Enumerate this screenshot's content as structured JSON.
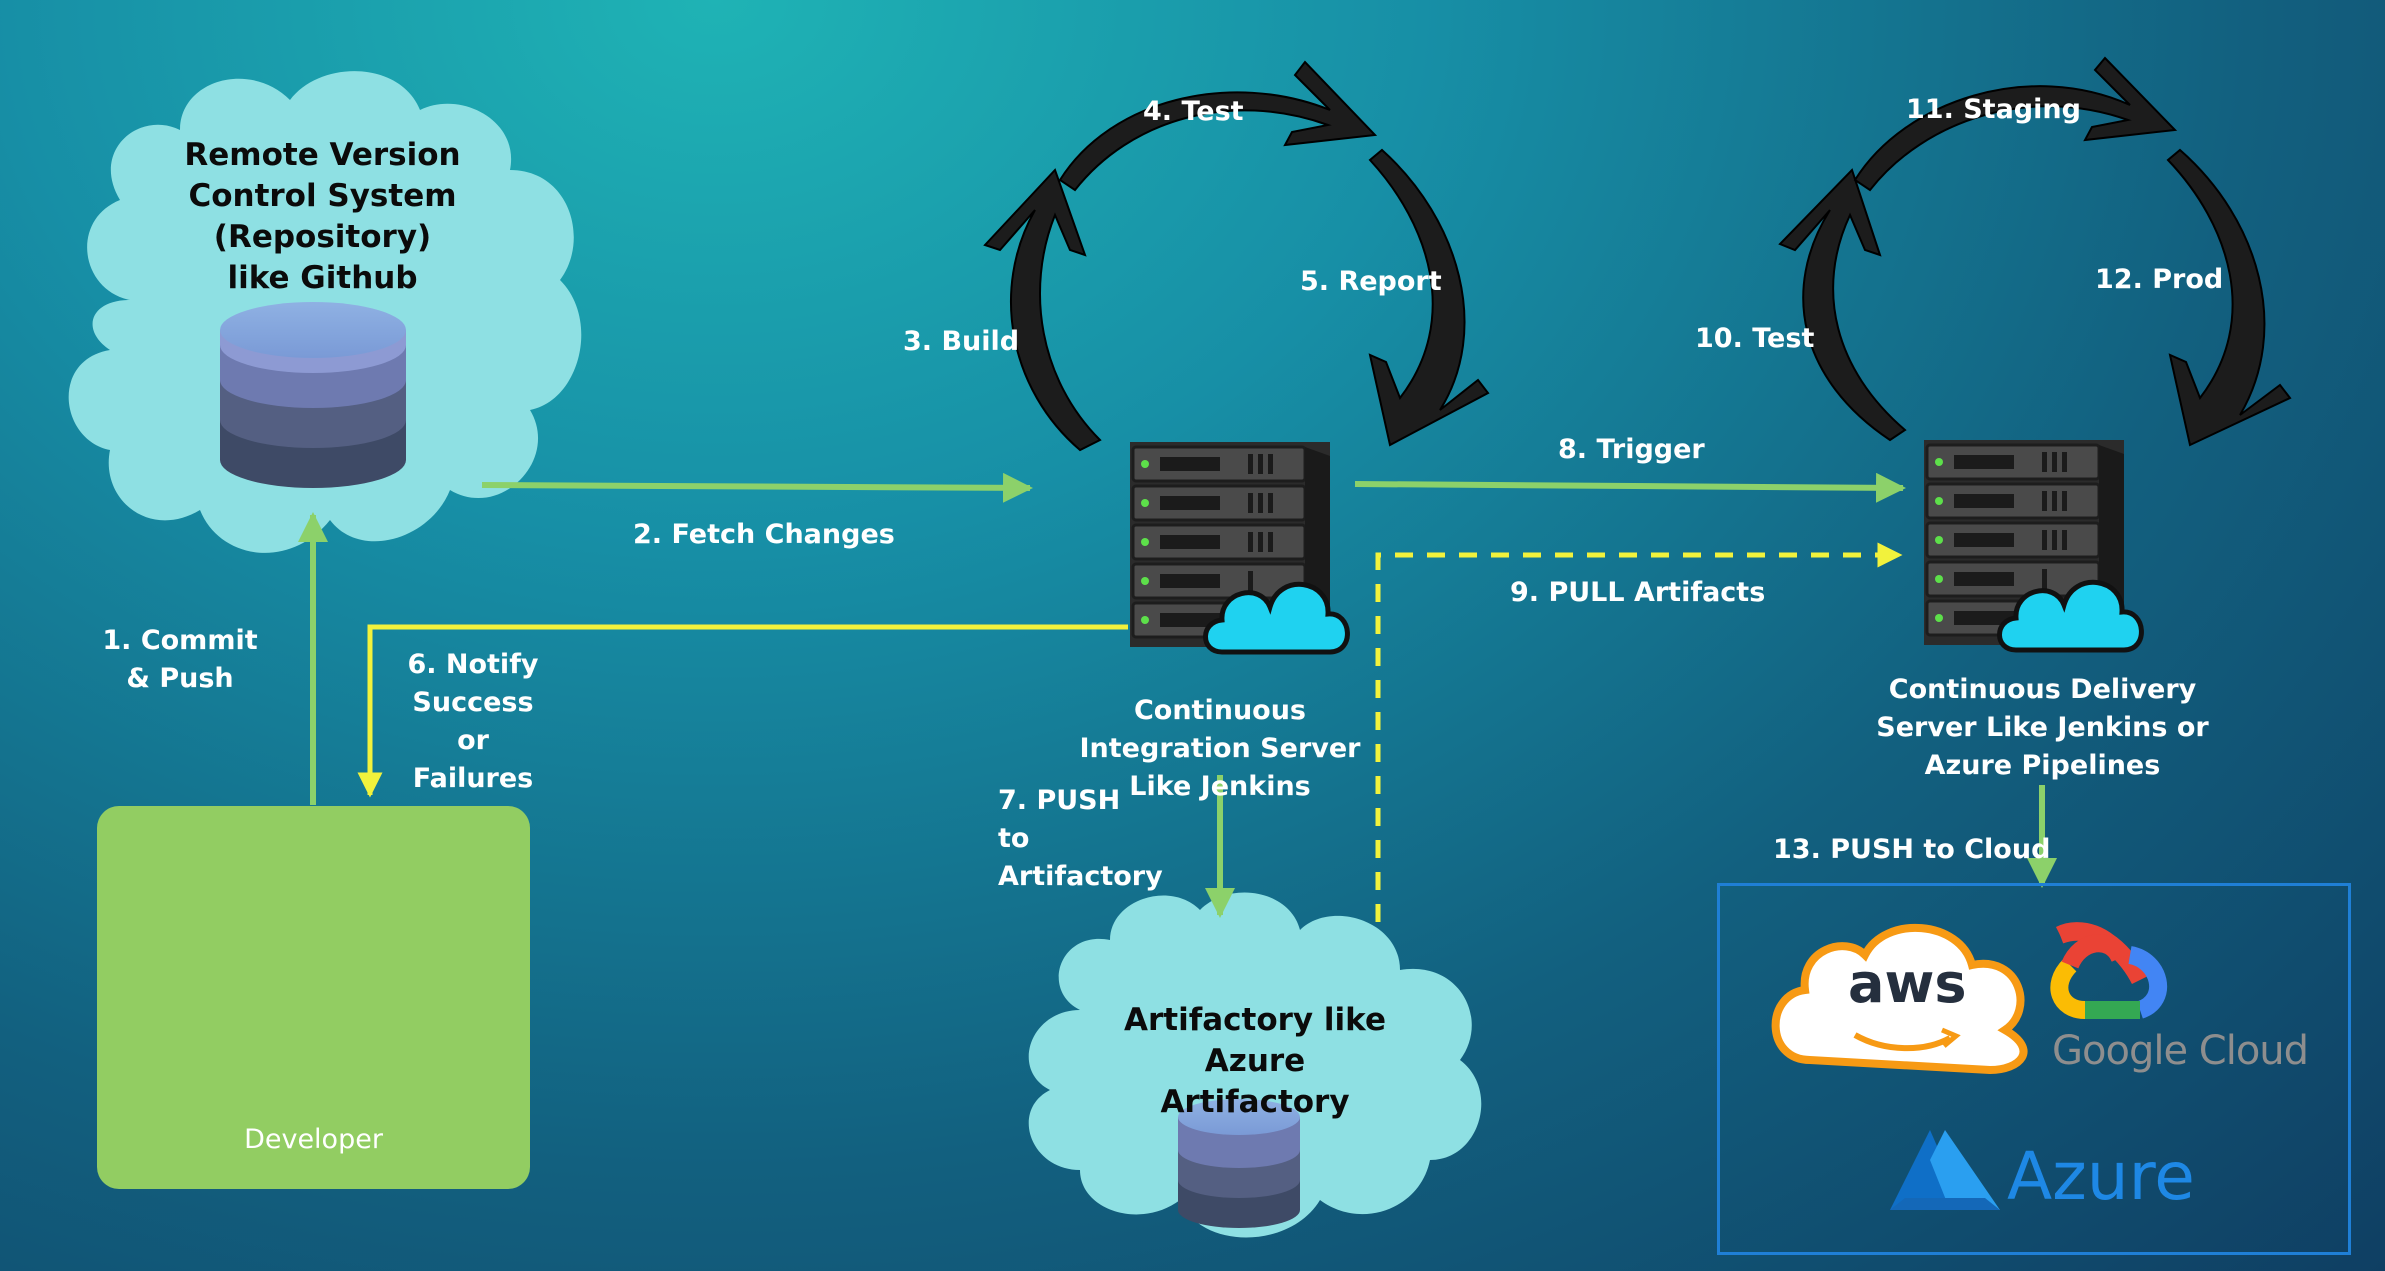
{
  "repo": {
    "title": "Remote Version Control System (Repository) like Github"
  },
  "developer": {
    "label": "Developer"
  },
  "ci_server": {
    "label": "Continuous Integration Server Like Jenkins"
  },
  "cd_server": {
    "label": "Continuous Delivery Server Like Jenkins or Azure Pipelines"
  },
  "artifactory": {
    "title": "Artifactory like Azure Artifactory"
  },
  "steps": {
    "s1": "1. Commit & Push",
    "s2": "2. Fetch Changes",
    "s3": "3. Build",
    "s4": "4. Test",
    "s5": "5. Report",
    "s6": "6. Notify Success or Failures",
    "s7": "7. PUSH to Artifactory",
    "s8": "8. Trigger",
    "s9": "9. PULL Artifacts",
    "s10": "10. Test",
    "s11": "11. Staging",
    "s12": "12.  Prod",
    "s13": "13. PUSH to Cloud"
  },
  "cloud_providers": {
    "aws": "aws",
    "google": "Google Cloud",
    "azure": "Azure"
  },
  "colors": {
    "cloud_fill": "#8ee0e3",
    "green_arrow": "#8cd16a",
    "yellow_arrow": "#f2f23c",
    "dev_card": "#92cd62",
    "azure_blue": "#1e88e5",
    "aws_orange": "#f79a14"
  }
}
